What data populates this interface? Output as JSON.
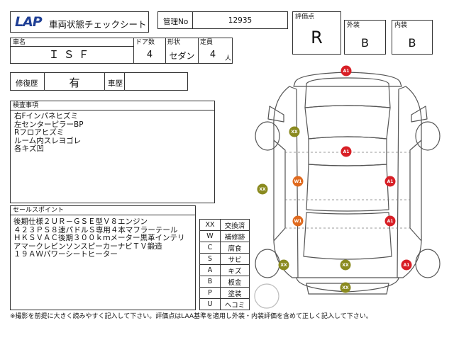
{
  "header": {
    "logo_text": "LAP",
    "title": "車両状態チェックシート",
    "mgmt_label": "管理No",
    "mgmt_no": "12935"
  },
  "vehicle": {
    "name_label": "車名",
    "name": "ＩＳＦ",
    "doors_label": "ドア数",
    "doors": "4",
    "shape_label": "形状",
    "shape": "セダン",
    "capacity_label": "定員",
    "capacity": "4",
    "capacity_unit": "人"
  },
  "history": {
    "repair_label": "修復歴",
    "repair_value": "有",
    "car_history_label": "車歴",
    "car_history_value": ""
  },
  "rating": {
    "score_label": "評価点",
    "score": "R",
    "exterior_label": "外装",
    "exterior": "B",
    "interior_label": "内装",
    "interior": "B"
  },
  "inspection": {
    "label": "検査事項",
    "lines": [
      "右Fインパネヒズミ",
      "左センターピラーBP",
      "Rフロアヒズミ",
      "ルーム内スレヨゴレ",
      "各キズ凹"
    ]
  },
  "selling_points": {
    "label": "セールスポイント",
    "lines": [
      "後期仕様２ＵＲ－ＧＳＥ型Ｖ８エンジン",
      "４２３ＰＳ８速パドルＳ専用４本マフラーテール",
      "ＨＫＳＶＡＣ後期３００ｋｍメーター黒革インテリ",
      "アマークレビンソンスピーカーナビＴＶ鍛造",
      "１９ＡＷパワーシートヒーター"
    ]
  },
  "legend": [
    {
      "code": "XX",
      "meaning": "交換済"
    },
    {
      "code": "W",
      "meaning": "補修跡"
    },
    {
      "code": "C",
      "meaning": "腐食"
    },
    {
      "code": "S",
      "meaning": "サビ"
    },
    {
      "code": "A",
      "meaning": "キズ"
    },
    {
      "code": "B",
      "meaning": "板金"
    },
    {
      "code": "P",
      "meaning": "塗装"
    },
    {
      "code": "U",
      "meaning": "ヘコミ"
    }
  ],
  "marks": [
    {
      "label": "A1",
      "color": "#d81f26",
      "part": "front-bumper"
    },
    {
      "label": "XX",
      "color": "#8a8a1f",
      "part": "front-left-tire"
    },
    {
      "label": "A1",
      "color": "#d81f26",
      "part": "roof-front"
    },
    {
      "label": "XX",
      "color": "#8a8a1f",
      "part": "left-side"
    },
    {
      "label": "W1",
      "color": "#e06a1e",
      "part": "left-front-door"
    },
    {
      "label": "A1",
      "color": "#d81f26",
      "part": "right-front-door"
    },
    {
      "label": "W1",
      "color": "#e06a1e",
      "part": "left-rear-door"
    },
    {
      "label": "A1",
      "color": "#d81f26",
      "part": "right-rear-door"
    },
    {
      "label": "XX",
      "color": "#8a8a1f",
      "part": "rear-left-tire"
    },
    {
      "label": "XX",
      "color": "#8a8a1f",
      "part": "trunk"
    },
    {
      "label": "A1",
      "color": "#d81f26",
      "part": "rear-right-tire"
    },
    {
      "label": "XX",
      "color": "#8a8a1f",
      "part": "rear-bumper"
    }
  ],
  "footer": {
    "note": "※撮影を前提に大きく読みやすく記入して下さい。評価点はLAA基準を適用し外装・内装評価を含めて正しく記入して下さい。"
  }
}
